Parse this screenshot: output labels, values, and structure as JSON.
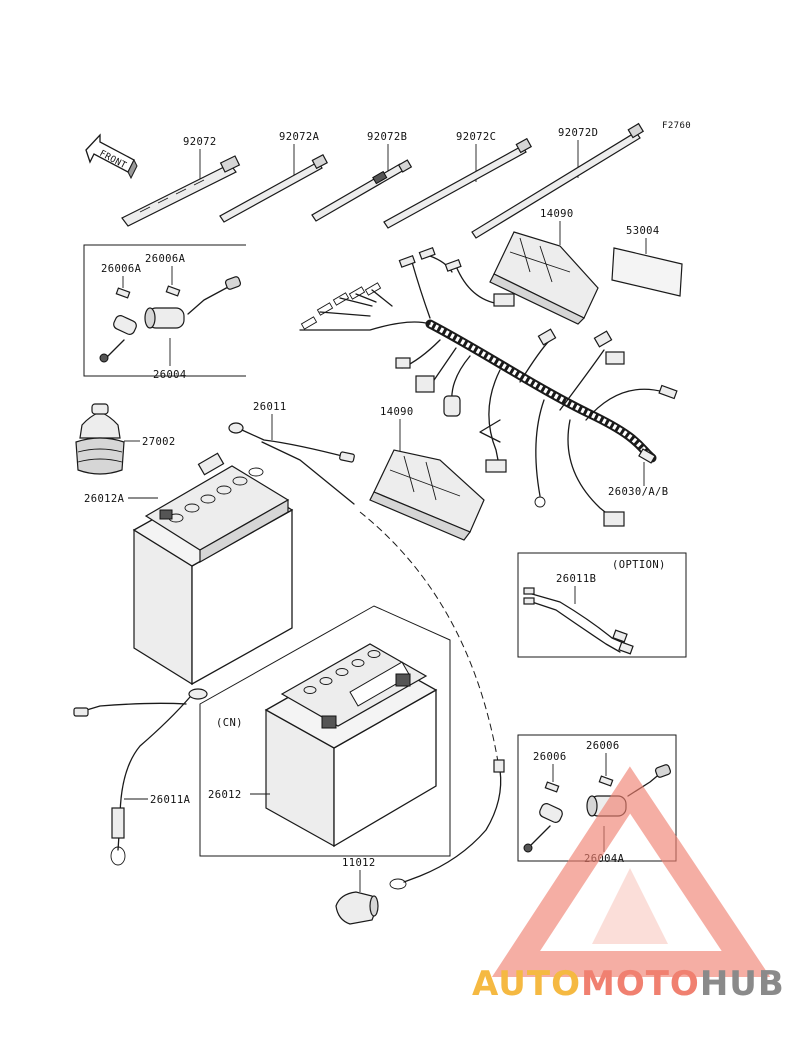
{
  "figure_code": "F2760",
  "front_label": "FRONT",
  "parts": {
    "p92072": "92072",
    "p92072A": "92072A",
    "p92072B": "92072B",
    "p92072C": "92072C",
    "p92072D": "92072D",
    "p14090_top": "14090",
    "p53004": "53004",
    "p26006A_1": "26006A",
    "p26006A_2": "26006A",
    "p26004": "26004",
    "p27002": "27002",
    "p26011": "26011",
    "p14090_mid": "14090",
    "p26012A": "26012A",
    "p26030": "26030/A/B",
    "p26011B": "26011B",
    "p26011A": "26011A",
    "p26012": "26012",
    "p11012": "11012",
    "p26006_1": "26006",
    "p26006_2": "26006",
    "p26004A": "26004A"
  },
  "notes": {
    "option": "(OPTION)",
    "cn": "(CN)"
  },
  "watermark": {
    "part1": "AUTO",
    "part2": "MOTO",
    "part3": "HUB",
    "color1": "#f5b942",
    "color2": "#f08070",
    "color3": "#8a8a8a"
  }
}
